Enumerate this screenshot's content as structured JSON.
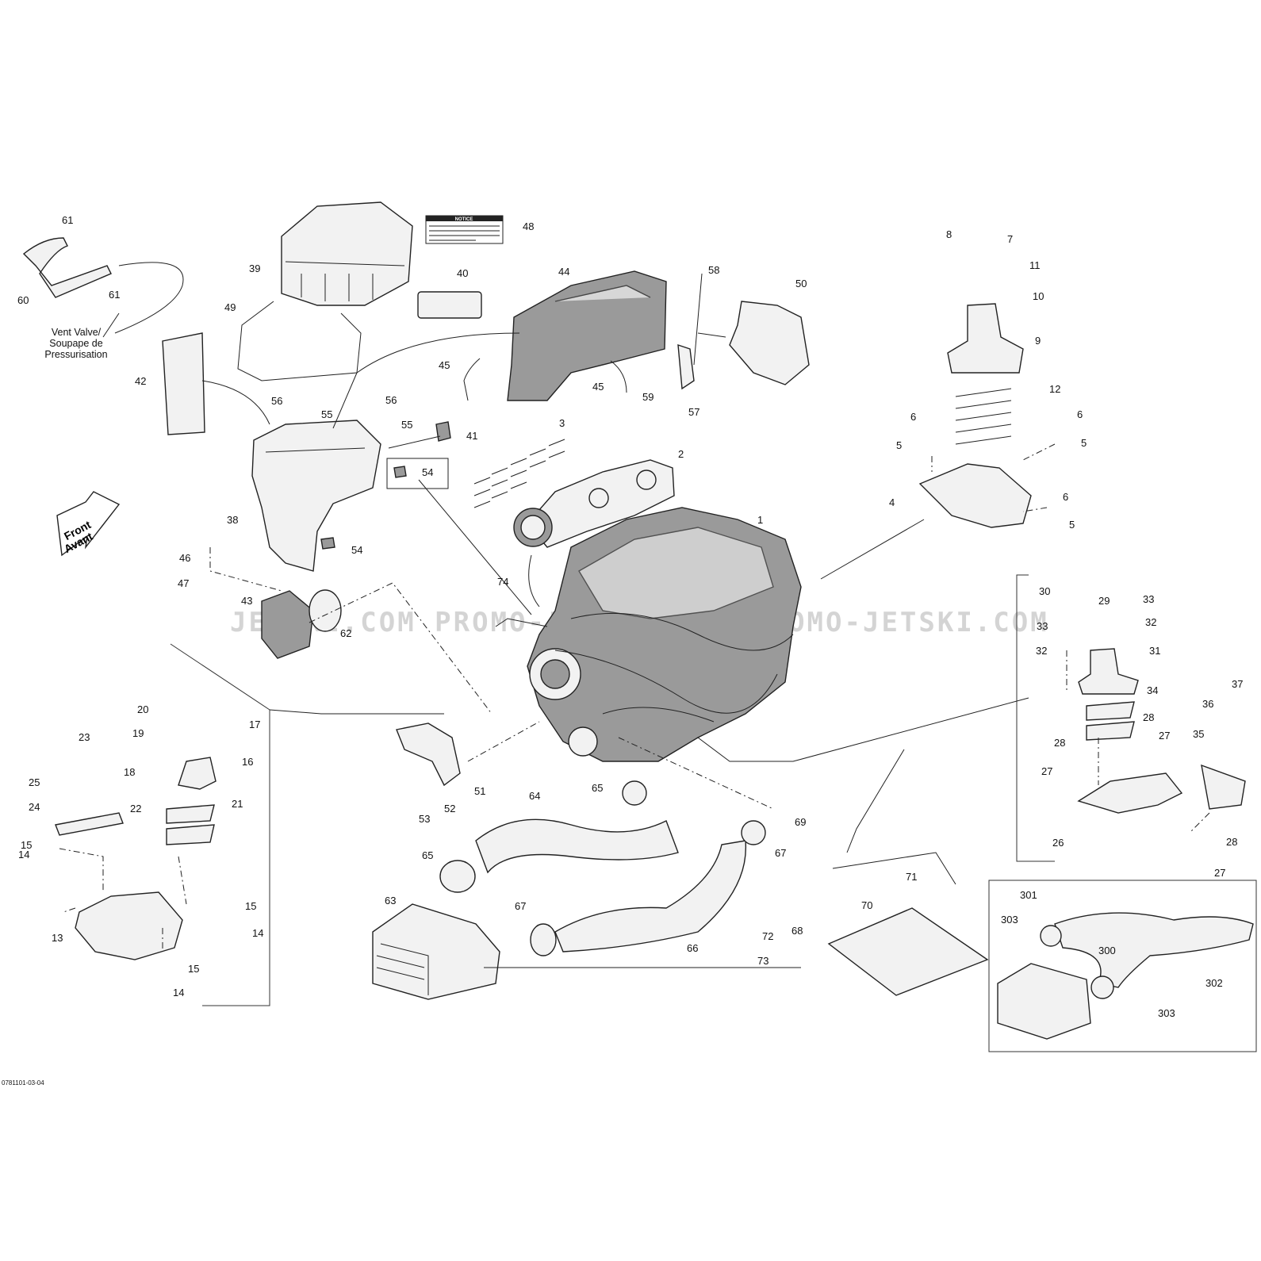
{
  "watermark": {
    "text": "JETSKI.COM   PROMO-JETSKI.COM   PROMO-JETSKI.COM"
  },
  "drawing_number": "0781101-03-04",
  "vent_valve_note": {
    "line1": "Vent Valve/",
    "line2": "Soupape de",
    "line3": "Pressurisation"
  },
  "front_arrow": {
    "line1": "Front",
    "line2": "Avant"
  },
  "notice_label": {
    "title": "NOTICE"
  },
  "parts": [
    "1",
    "2",
    "3",
    "4",
    "5",
    "6",
    "7",
    "8",
    "9",
    "10",
    "11",
    "12",
    "13",
    "14",
    "15",
    "16",
    "17",
    "18",
    "19",
    "20",
    "21",
    "22",
    "23",
    "24",
    "25",
    "26",
    "27",
    "28",
    "29",
    "30",
    "31",
    "32",
    "33",
    "34",
    "35",
    "36",
    "37",
    "38",
    "39",
    "40",
    "41",
    "42",
    "43",
    "44",
    "45",
    "46",
    "47",
    "48",
    "49",
    "50",
    "51",
    "52",
    "53",
    "54",
    "55",
    "56",
    "57",
    "58",
    "59",
    "60",
    "61",
    "62",
    "63",
    "64",
    "65",
    "66",
    "67",
    "68",
    "69",
    "70",
    "71",
    "72",
    "73",
    "74",
    "300",
    "301",
    "302",
    "303"
  ],
  "callouts": [
    {
      "id": "c61a",
      "label": "61"
    },
    {
      "id": "c60",
      "label": "60"
    },
    {
      "id": "c61b",
      "label": "61"
    },
    {
      "id": "c39",
      "label": "39"
    },
    {
      "id": "c48",
      "label": "48"
    },
    {
      "id": "c49",
      "label": "49"
    },
    {
      "id": "c40",
      "label": "40"
    },
    {
      "id": "c44",
      "label": "44"
    },
    {
      "id": "c58",
      "label": "58"
    },
    {
      "id": "c50",
      "label": "50"
    },
    {
      "id": "c42",
      "label": "42"
    },
    {
      "id": "c45a",
      "label": "45"
    },
    {
      "id": "c45b",
      "label": "45"
    },
    {
      "id": "c59",
      "label": "59"
    },
    {
      "id": "c57",
      "label": "57"
    },
    {
      "id": "c56a",
      "label": "56"
    },
    {
      "id": "c55a",
      "label": "55"
    },
    {
      "id": "c56b",
      "label": "56"
    },
    {
      "id": "c55b",
      "label": "55"
    },
    {
      "id": "c41",
      "label": "41"
    },
    {
      "id": "c54a",
      "label": "54"
    },
    {
      "id": "c54b",
      "label": "54"
    },
    {
      "id": "c38",
      "label": "38"
    },
    {
      "id": "c46",
      "label": "46"
    },
    {
      "id": "c47",
      "label": "47"
    },
    {
      "id": "c43",
      "label": "43"
    },
    {
      "id": "c62",
      "label": "62"
    },
    {
      "id": "c3",
      "label": "3"
    },
    {
      "id": "c2",
      "label": "2"
    },
    {
      "id": "c1",
      "label": "1"
    },
    {
      "id": "c74",
      "label": "74"
    },
    {
      "id": "c8",
      "label": "8"
    },
    {
      "id": "c7",
      "label": "7"
    },
    {
      "id": "c11",
      "label": "11"
    },
    {
      "id": "c10",
      "label": "10"
    },
    {
      "id": "c9",
      "label": "9"
    },
    {
      "id": "c12",
      "label": "12"
    },
    {
      "id": "c6a",
      "label": "6"
    },
    {
      "id": "c6b",
      "label": "6"
    },
    {
      "id": "c5a",
      "label": "5"
    },
    {
      "id": "c5b",
      "label": "5"
    },
    {
      "id": "c4",
      "label": "4"
    },
    {
      "id": "c6c",
      "label": "6"
    },
    {
      "id": "c5c",
      "label": "5"
    },
    {
      "id": "c30",
      "label": "30"
    },
    {
      "id": "c29",
      "label": "29"
    },
    {
      "id": "c33a",
      "label": "33"
    },
    {
      "id": "c33b",
      "label": "33"
    },
    {
      "id": "c32a",
      "label": "32"
    },
    {
      "id": "c32b",
      "label": "32"
    },
    {
      "id": "c31",
      "label": "31"
    },
    {
      "id": "c34",
      "label": "34"
    },
    {
      "id": "c37",
      "label": "37"
    },
    {
      "id": "c36",
      "label": "36"
    },
    {
      "id": "c28a",
      "label": "28"
    },
    {
      "id": "c27a",
      "label": "27"
    },
    {
      "id": "c35",
      "label": "35"
    },
    {
      "id": "c28b",
      "label": "28"
    },
    {
      "id": "c27b",
      "label": "27"
    },
    {
      "id": "c26",
      "label": "26"
    },
    {
      "id": "c28c",
      "label": "28"
    },
    {
      "id": "c27c",
      "label": "27"
    },
    {
      "id": "c20",
      "label": "20"
    },
    {
      "id": "c17",
      "label": "17"
    },
    {
      "id": "c19",
      "label": "19"
    },
    {
      "id": "c16",
      "label": "16"
    },
    {
      "id": "c23",
      "label": "23"
    },
    {
      "id": "c18",
      "label": "18"
    },
    {
      "id": "c25",
      "label": "25"
    },
    {
      "id": "c21",
      "label": "21"
    },
    {
      "id": "c24",
      "label": "24"
    },
    {
      "id": "c22",
      "label": "22"
    },
    {
      "id": "c15a",
      "label": "15"
    },
    {
      "id": "c14a",
      "label": "14"
    },
    {
      "id": "c13",
      "label": "13"
    },
    {
      "id": "c15b",
      "label": "15"
    },
    {
      "id": "c14b",
      "label": "14"
    },
    {
      "id": "c15c",
      "label": "15"
    },
    {
      "id": "c14c",
      "label": "14"
    },
    {
      "id": "c51",
      "label": "51"
    },
    {
      "id": "c52",
      "label": "52"
    },
    {
      "id": "c53",
      "label": "53"
    },
    {
      "id": "c64",
      "label": "64"
    },
    {
      "id": "c65a",
      "label": "65"
    },
    {
      "id": "c65b",
      "label": "65"
    },
    {
      "id": "c63",
      "label": "63"
    },
    {
      "id": "c67a",
      "label": "67"
    },
    {
      "id": "c67b",
      "label": "67"
    },
    {
      "id": "c66",
      "label": "66"
    },
    {
      "id": "c69",
      "label": "69"
    },
    {
      "id": "c71",
      "label": "71"
    },
    {
      "id": "c70",
      "label": "70"
    },
    {
      "id": "c72",
      "label": "72"
    },
    {
      "id": "c68",
      "label": "68"
    },
    {
      "id": "c73",
      "label": "73"
    },
    {
      "id": "c301",
      "label": "301"
    },
    {
      "id": "c303a",
      "label": "303"
    },
    {
      "id": "c300",
      "label": "300"
    },
    {
      "id": "c302",
      "label": "302"
    },
    {
      "id": "c303b",
      "label": "303"
    }
  ]
}
